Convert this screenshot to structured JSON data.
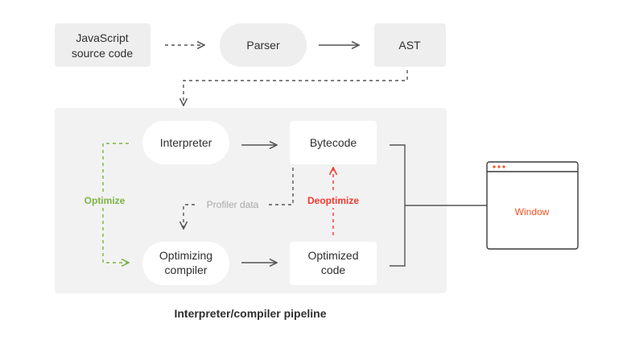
{
  "nodes": {
    "js_source": [
      "JavaScript",
      "source code"
    ],
    "parser": "Parser",
    "ast": "AST",
    "interpreter": "Interpreter",
    "bytecode": "Bytecode",
    "optimizing_compiler": [
      "Optimizing",
      "compiler"
    ],
    "optimized_code": [
      "Optimized",
      "code"
    ],
    "window": "Window"
  },
  "edge_labels": {
    "profiler_data": "Profiler data",
    "optimize": "Optimize",
    "deoptimize": "Deoptimize"
  },
  "caption": "Interpreter/compiler pipeline",
  "colors": {
    "panel_bg": "#f2f2f2",
    "node_bg": "#ffffff",
    "top_node_bg": "#eeeeee",
    "line": "#555555",
    "profiler": "#9e9e9e",
    "optimize": "#7cb342",
    "deoptimize": "#f4372e",
    "window_title_dots": "#f4511e"
  }
}
